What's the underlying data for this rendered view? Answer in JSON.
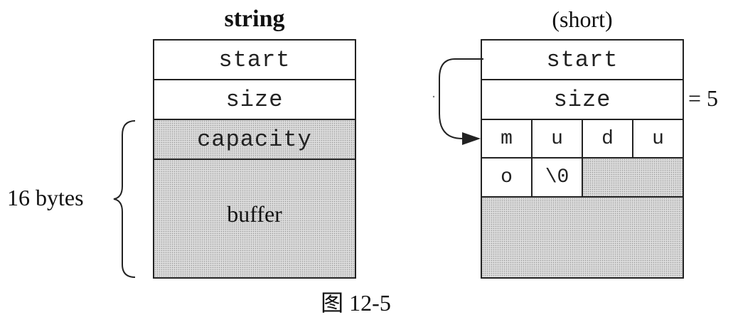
{
  "left_diagram": {
    "title": "string",
    "fields": [
      "start",
      "size",
      "capacity",
      "buffer"
    ],
    "brace_label": "16 bytes"
  },
  "right_diagram": {
    "title": "(short)",
    "fields": [
      "start",
      "size"
    ],
    "size_value": "= 5",
    "chars_row1": [
      "m",
      "u",
      "d",
      "u"
    ],
    "chars_row2": [
      "o",
      "\\0"
    ]
  },
  "caption": "图 12-5"
}
